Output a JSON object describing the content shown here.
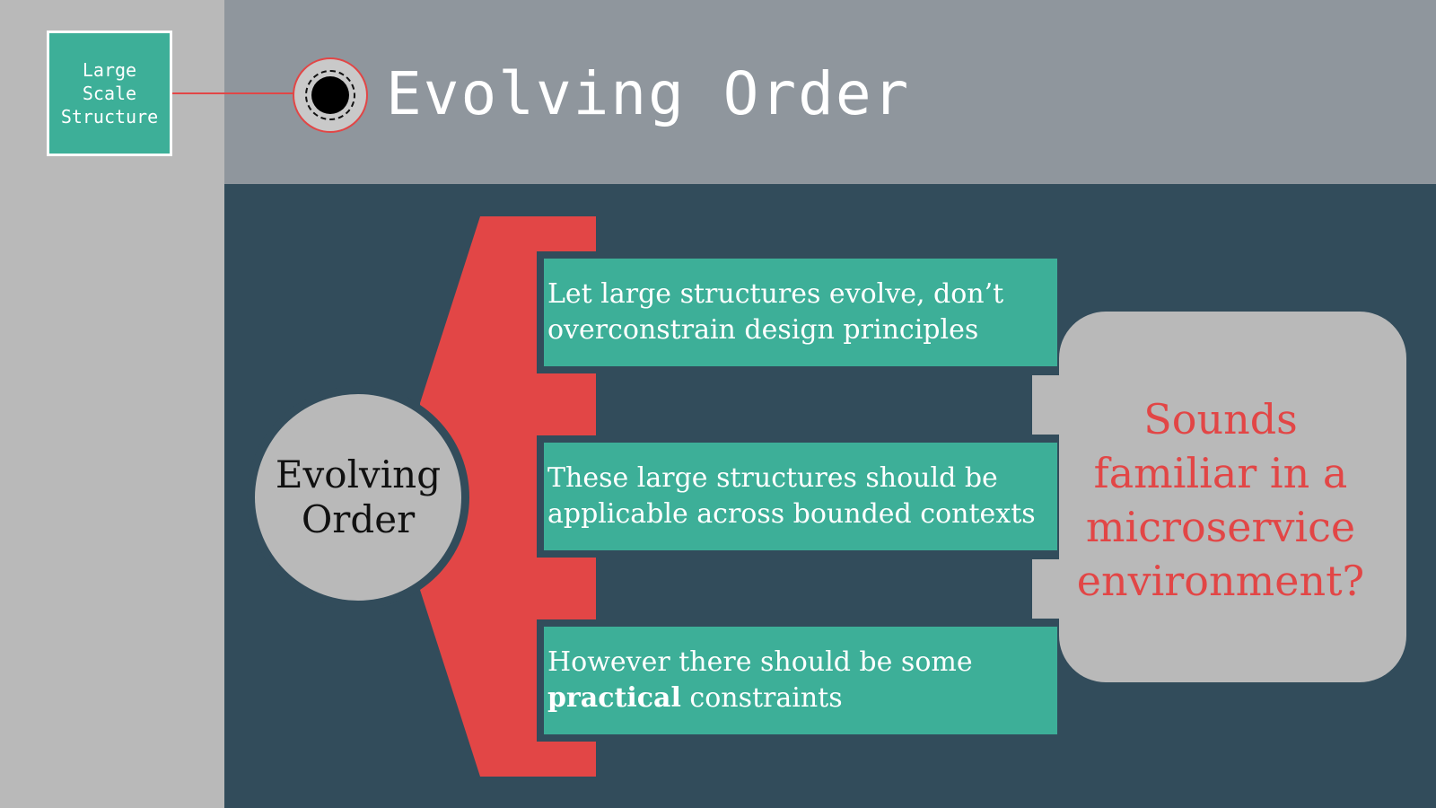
{
  "sidebar": {
    "section_label": "Large\nScale\nStructure"
  },
  "header": {
    "title": "Evolving Order",
    "icon": "target-icon"
  },
  "diagram": {
    "center_label": "Evolving\nOrder",
    "items": [
      {
        "text": "Let large structures evolve, don’t overconstrain design principles"
      },
      {
        "text": "These large structures should be applicable across bounded contexts"
      },
      {
        "bold": "practical",
        "text_before": "However there should be some",
        "text_after": "constraints"
      }
    ],
    "callout": "Sounds familiar in a microservice environment?"
  },
  "colors": {
    "accent_red": "#e24646",
    "teal": "#3daf98",
    "navy": "#324c5b",
    "header_gray": "#8f969d",
    "light_gray": "#b9b9b9"
  }
}
